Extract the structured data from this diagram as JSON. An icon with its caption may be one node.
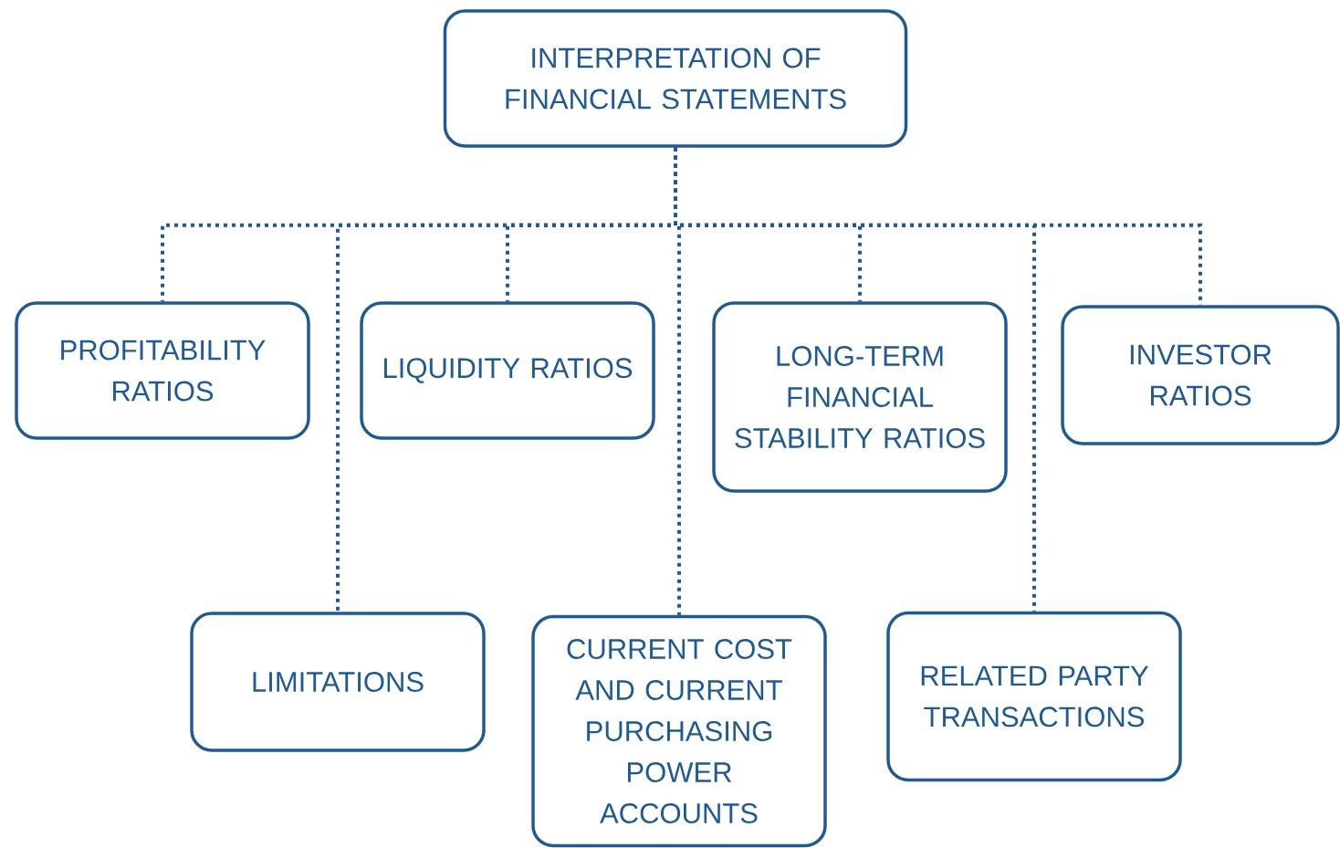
{
  "diagram": {
    "nodes": [
      {
        "text": [
          "INTERPRETATION OF FINANCIAL STATEMENTS"
        ]
      },
      {
        "text": [
          "PROFITABILITY RATIOS"
        ]
      },
      {
        "text": [
          "LIQUIDITY RATIOS"
        ]
      },
      {
        "text": [
          "LONG-TERM FINANCIAL STABILITY RATIOS"
        ]
      },
      {
        "text": [
          "INVESTOR RATIOS"
        ]
      },
      {
        "text": [
          "LIMITATIONS"
        ]
      },
      {
        "text": [
          "CURRENT COST AND CURRENT PURCHASING POWER ACCOUNTS"
        ]
      },
      {
        "text": [
          "RELATED PARTY TRANSACTIONS"
        ]
      }
    ],
    "edges": [
      {
        "from": 0,
        "to": 1,
        "arrow": "none",
        "style": "dashed"
      },
      {
        "from": 0,
        "to": 5,
        "arrow": "none",
        "style": "dashed"
      },
      {
        "from": 0,
        "to": 2,
        "arrow": "none",
        "style": "dashed"
      },
      {
        "from": 0,
        "to": 6,
        "arrow": "none",
        "style": "dashed"
      },
      {
        "from": 0,
        "to": 3,
        "arrow": "none",
        "style": "dashed"
      },
      {
        "from": 0,
        "to": 7,
        "arrow": "none",
        "style": "dashed"
      },
      {
        "from": 0,
        "to": 4,
        "arrow": "none",
        "style": "dashed"
      }
    ]
  }
}
